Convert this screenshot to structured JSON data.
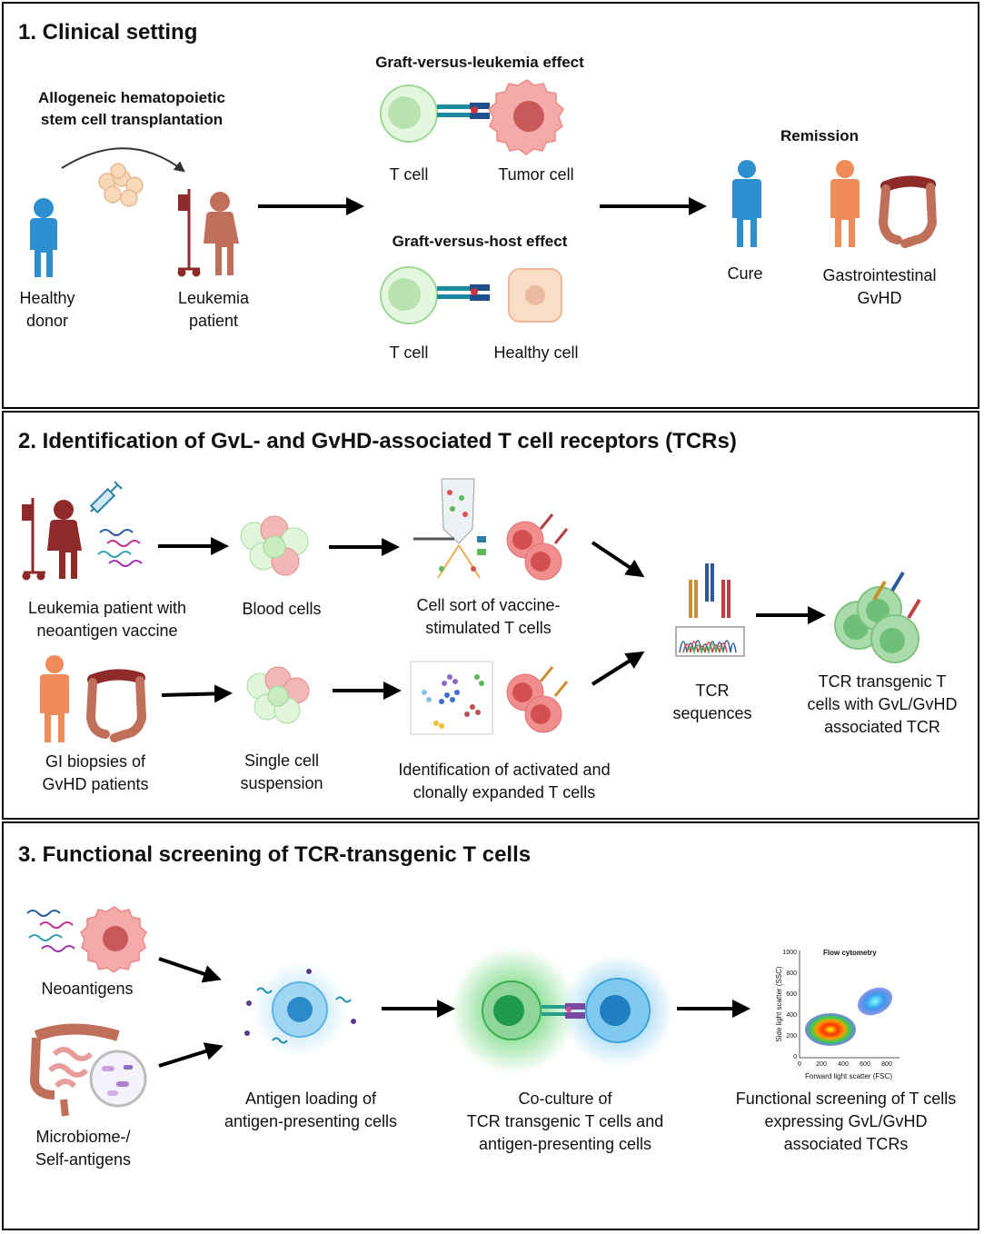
{
  "panel1": {
    "title": "1. Clinical setting",
    "transplant_label": "Allogeneic hematopoietic\nstem cell transplantation",
    "healthy_donor": "Healthy\ndonor",
    "leukemia_patient": "Leukemia\npatient",
    "gvl_title": "Graft-versus-leukemia effect",
    "gvl_tcell": "T cell",
    "gvl_tumor": "Tumor cell",
    "gvh_title": "Graft-versus-host effect",
    "gvh_tcell": "T cell",
    "gvh_healthy": "Healthy cell",
    "remission": "Remission",
    "cure": "Cure",
    "gi_gvhd": "Gastrointestinal\nGvHD"
  },
  "panel2": {
    "title": "2. Identification of GvL- and GvHD-associated T cell receptors (TCRs)",
    "patient_vaccine": "Leukemia patient with\nneoantigen vaccine",
    "blood_cells": "Blood cells",
    "cell_sort": "Cell sort of vaccine-\nstimulated T cells",
    "gi_biopsies": "GI biopsies of\nGvHD patients",
    "single_cell": "Single cell\nsuspension",
    "identification": "Identification of activated  and\nclonally expanded T cells",
    "tcr_sequences": "TCR\nsequences",
    "tcr_transgenic": "TCR transgenic T\ncells with GvL/GvHD\nassociated TCR"
  },
  "panel3": {
    "title": "3. Functional screening of TCR-transgenic T cells",
    "neoantigens": "Neoantigens",
    "microbiome": "Microbiome-/\nSelf-antigens",
    "antigen_loading": "Antigen loading of\nantigen-presenting cells",
    "coculture": "Co-culture of\nTCR transgenic T cells and\nantigen-presenting cells",
    "functional": "Functional screening of T cells\nexpressing  GvL/GvHD\nassociated TCRs",
    "flow_title": "Flow cytometry",
    "flow_xlabel": "Forward light scatter (FSC)",
    "flow_ylabel": "Side light scatter (SSC)",
    "flow_xticks": [
      "0",
      "200",
      "400",
      "600",
      "800"
    ],
    "flow_yticks": [
      "0",
      "200",
      "400",
      "600",
      "800",
      "1000"
    ]
  },
  "colors": {
    "donor_blue": "#2e8fd0",
    "patient_brown": "#c0705a",
    "dark_red": "#8e2a2a",
    "tcell_green": "#c9edc4",
    "tumor_pink": "#f08d8d",
    "arrow": "#000000"
  }
}
